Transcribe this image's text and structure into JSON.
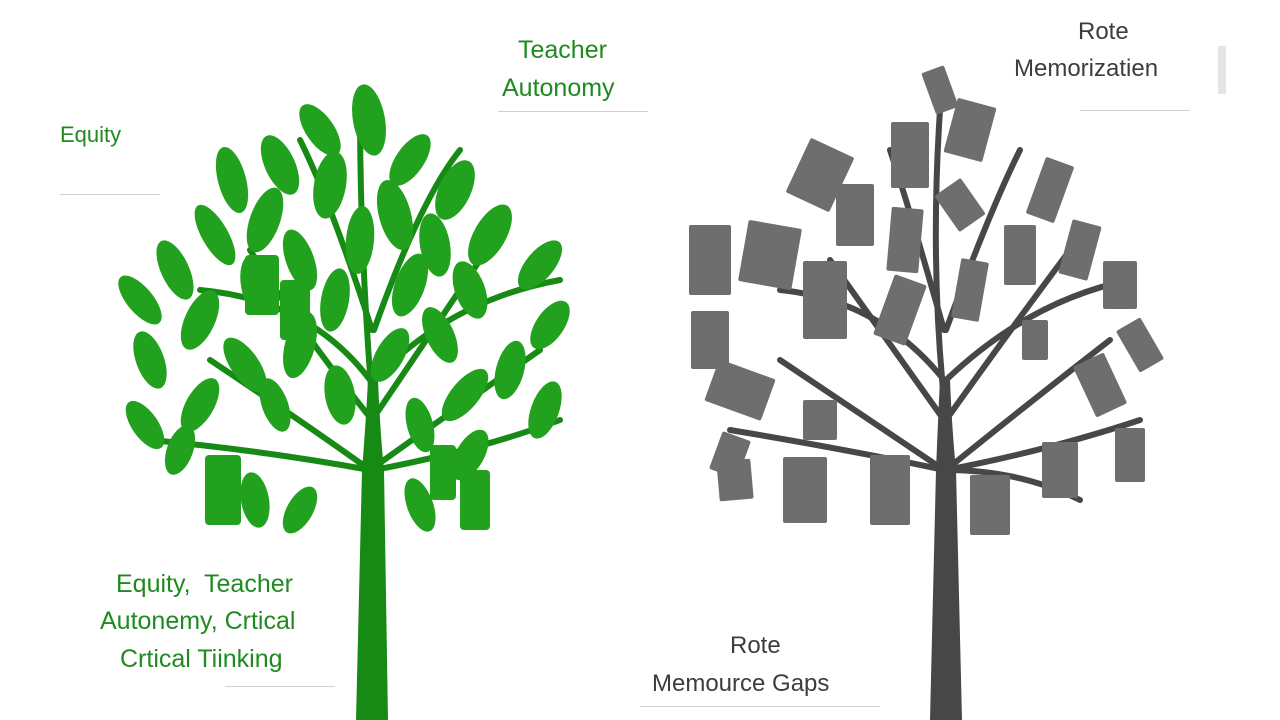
{
  "colors": {
    "healthy": "#22a11e",
    "healthy_dark": "#178a15",
    "barren": "#6e6e6e",
    "barren_trunk": "#474747",
    "guide": "#d2d2d2"
  },
  "left_tree": {
    "label_top_left": "Equity",
    "label_top_right_line1": "Teacher",
    "label_top_right_line2": "Autonomy",
    "label_bottom_line1": "Equity,  Teacher",
    "label_bottom_line2": "Autonemy, Crtical",
    "label_bottom_line3": "Crtical Tiinking"
  },
  "right_tree": {
    "label_top_line1": "Rote",
    "label_top_line2": "Memorizatien",
    "label_bottom_line1": "Rote",
    "label_bottom_line2": "Memource Gaps"
  }
}
